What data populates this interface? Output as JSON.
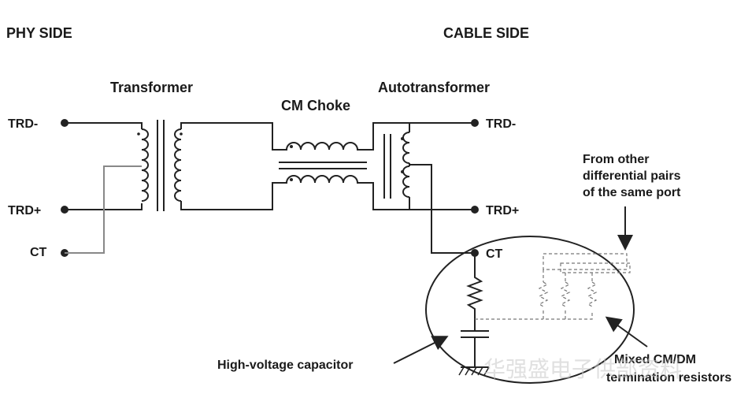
{
  "headers": {
    "phy_side": "PHY SIDE",
    "cable_side": "CABLE SIDE"
  },
  "components": {
    "transformer": "Transformer",
    "cm_choke": "CM Choke",
    "autotransformer": "Autotransformer"
  },
  "phy_terminals": [
    "TRD-",
    "TRD+",
    "CT"
  ],
  "cable_terminals": [
    "TRD-",
    "TRD+",
    "CT"
  ],
  "annotations": {
    "from_other_line1": "From other",
    "from_other_line2": "differential pairs",
    "from_other_line3": "of the same port",
    "capacitor": "High-voltage capacitor",
    "mixed_line1": "Mixed CM/DM",
    "mixed_line2": "termination resistors"
  },
  "watermark": "华强盛电子供部资料",
  "colors": {
    "ink": "#222222",
    "dashed": "#777777",
    "watermark": "#c8c8c8"
  }
}
